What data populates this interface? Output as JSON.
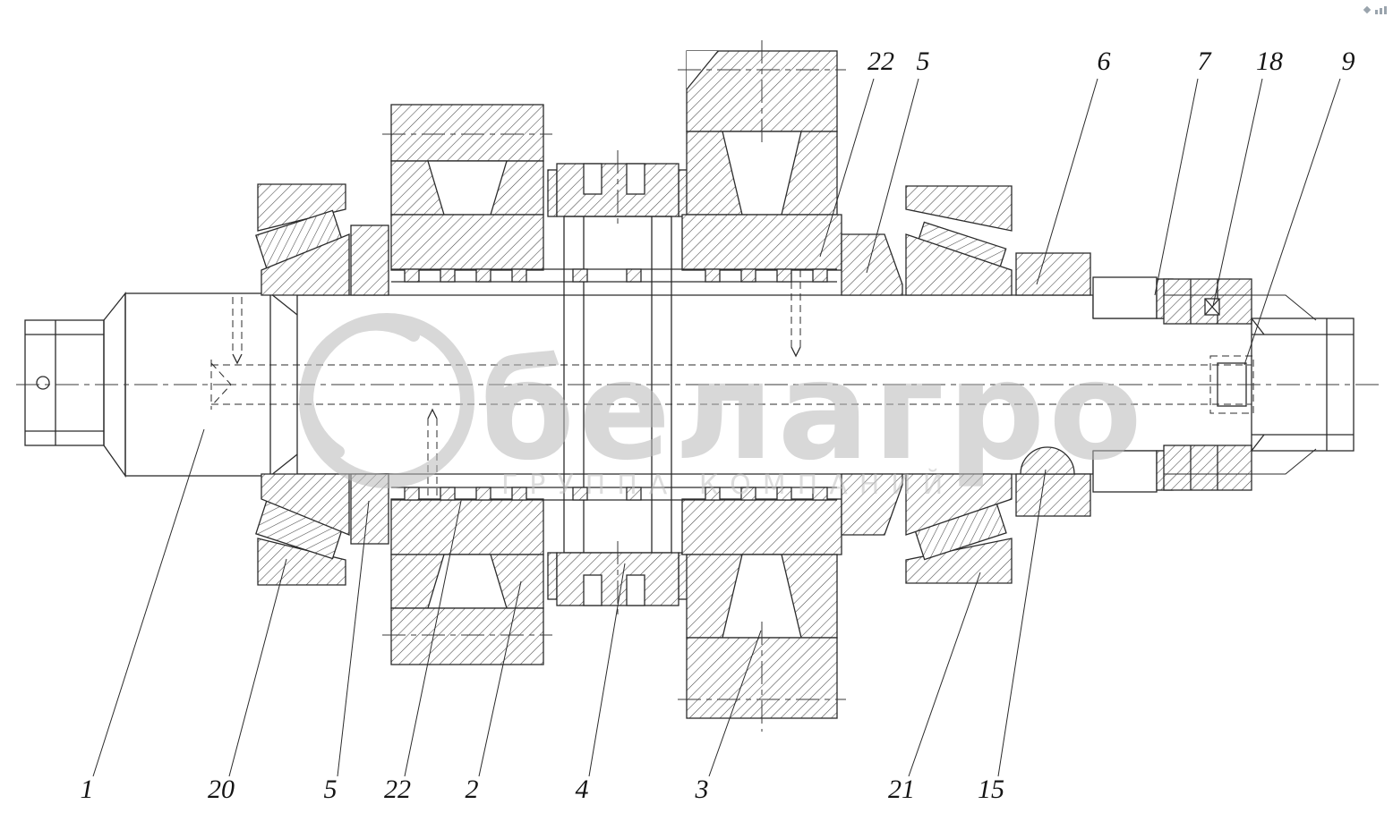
{
  "watermark": {
    "main": "белагро",
    "sub": "ГРУППА КОМПАНИЙ"
  },
  "callouts": {
    "top": [
      "22",
      "5",
      "6",
      "7",
      "18",
      "9"
    ],
    "bottom": [
      "1",
      "20",
      "5",
      "22",
      "2",
      "4",
      "3",
      "21",
      "15"
    ]
  },
  "colors": {
    "line": "#2b2b2b",
    "watermark": "#b9b9b9",
    "background": "#ffffff"
  }
}
